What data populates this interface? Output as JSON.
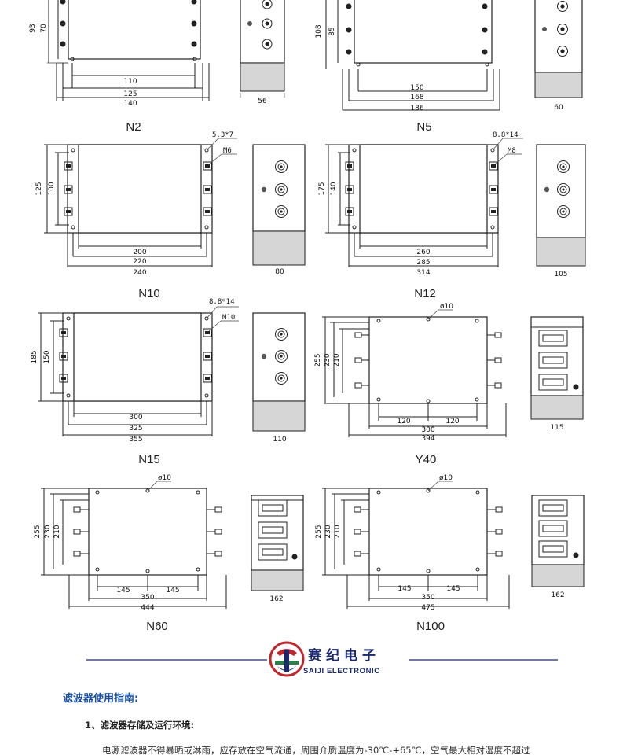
{
  "models": [
    {
      "name": "N2",
      "h_outer": "93",
      "h_inner": "70",
      "w_inner": "110",
      "w_mid": "125",
      "w_outer": "140",
      "depth": "56"
    },
    {
      "name": "N5",
      "h_outer": "108",
      "h_inner": "85",
      "w_inner": "150",
      "w_mid": "168",
      "w_outer": "186",
      "depth": "60"
    },
    {
      "name": "N10",
      "hole": "5.3*7",
      "stud": "M6",
      "h_outer": "125",
      "h_inner": "100",
      "w_inner": "200",
      "w_mid": "220",
      "w_outer": "240",
      "depth": "80"
    },
    {
      "name": "N12",
      "hole": "8.8*14",
      "stud": "M8",
      "h_outer": "175",
      "h_inner": "140",
      "w_inner": "260",
      "w_mid": "285",
      "w_outer": "314",
      "depth": "105"
    },
    {
      "name": "N15",
      "hole": "8.8*14",
      "stud": "M10",
      "h_outer": "185",
      "h_inner": "150",
      "w_inner": "300",
      "w_mid": "325",
      "w_outer": "355",
      "depth": "110"
    },
    {
      "name": "Y40",
      "hole": "ø10",
      "h1": "255",
      "h2": "230",
      "h3": "210",
      "half_a": "120",
      "half_b": "120",
      "w_mid": "300",
      "w_outer": "394",
      "depth": "115"
    },
    {
      "name": "N60",
      "hole": "ø10",
      "h1": "255",
      "h2": "230",
      "h3": "210",
      "half_a": "145",
      "half_b": "145",
      "w_mid": "350",
      "w_outer": "444",
      "depth": "162"
    },
    {
      "name": "N100",
      "hole": "ø10",
      "h1": "255",
      "h2": "230",
      "h3": "210",
      "half_a": "145",
      "half_b": "145",
      "w_mid": "350",
      "w_outer": "475",
      "depth": "162"
    }
  ],
  "logo": {
    "cn": "赛纪电子",
    "en": "SAIJI ELECTRONIC",
    "color": "#1b2a6e",
    "accent": "#c0272d",
    "green": "#2e7d4a"
  },
  "guide": {
    "title": "滤波器使用指南:",
    "item1": "1、滤波器存储及运行环境:",
    "body": "电源滤波器不得暴晒或淋雨，应存放在空气流通，周围介质温度为-30℃-+65℃，空气最大相对湿度不超过"
  }
}
